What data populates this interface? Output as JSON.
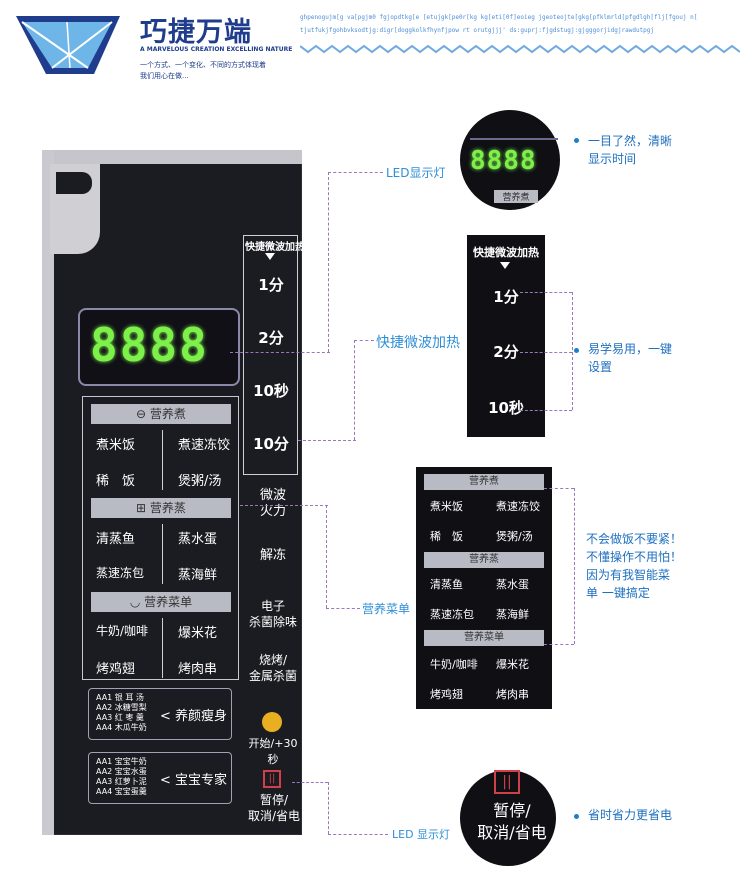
{
  "header": {
    "title": "巧捷万端",
    "subtitle": "A MARVELOUS CREATION EXCELLING NATURE",
    "slogan_line1": "一个方式、一个变化、不同的方式体现着",
    "slogan_line2": "我们用心在做...",
    "scramble_line1": "ghpenogujm[g va[pgjm0  fgjopdtkg[e  [etujgk[pe0r[kg  kg[eti[0f]eoieg jgeoteojte[gkg[pfklmrld[pfgdlgh[flj[fgouj n[",
    "scramble_line2": "tjutfukjfgohbvksodtjg:digr[doggkolkfhynfjpow     rt orutgjjj' ds:guprj:fjgdstugj:gjgggorjidgjrawdutpgj"
  },
  "panel": {
    "display": "8888",
    "quick_heat": {
      "title": "快捷微波加热",
      "items": [
        "1分",
        "2分",
        "10秒",
        "10分"
      ]
    },
    "menu": {
      "sections": [
        {
          "title": "营养煮",
          "rows": [
            [
              "煮米饭",
              "煮速冻饺"
            ],
            [
              "稀　饭",
              "煲粥/汤"
            ]
          ]
        },
        {
          "title": "营养蒸",
          "rows": [
            [
              "清蒸鱼",
              "蒸水蛋"
            ],
            [
              "蒸速冻包",
              "蒸海鲜"
            ]
          ]
        },
        {
          "title": "营养菜单",
          "rows": [
            [
              "牛奶/咖啡",
              "爆米花"
            ],
            [
              "烤鸡翅",
              "烤肉串"
            ]
          ]
        }
      ]
    },
    "side_buttons": {
      "microwave": "微波\n火力",
      "defrost": "解冻",
      "sterilize": "电子\n杀菌除味",
      "grill": "烧烤/\n金属杀菌",
      "start": "开始/+30秒",
      "pause": "暂停/\n取消/省电"
    },
    "preset1": {
      "lines": [
        "AA1 银 耳 汤",
        "AA2 冰糖雪梨",
        "AA3 红 枣 羹",
        "AA4 木瓜牛奶"
      ],
      "label": "养颜瘦身"
    },
    "preset2": {
      "lines": [
        "AA1 宝宝牛奶",
        "AA2 宝宝水蛋",
        "AA3 红萝卜泥",
        "AA4 宝宝蛋羹"
      ],
      "label": "宝宝专家"
    }
  },
  "callouts": {
    "led_display": "LED显示灯",
    "quick_heat": "快捷微波加热",
    "menu": "营养菜单",
    "led_bottom": "LED 显示灯"
  },
  "zoom": {
    "display_desc": "一目了然，清晰\n显示时间",
    "display_digits": "8888",
    "display_label": "营养煮",
    "quick_desc": "易学易用，一键\n设置",
    "quick_title": "快捷微波加热",
    "quick_items": [
      "1分",
      "2分",
      "10秒"
    ],
    "menu_desc": "不会做饭不要紧！\n不懂操作不用怕！\n因为有我智能菜\n单 一键搞定",
    "pause_desc": "省时省力更省电",
    "pause_label": "暂停/\n取消/省电"
  },
  "colors": {
    "led_green": "#7df14a",
    "accent_blue": "#1f3d8c",
    "callout_line": "#9b77bf"
  }
}
